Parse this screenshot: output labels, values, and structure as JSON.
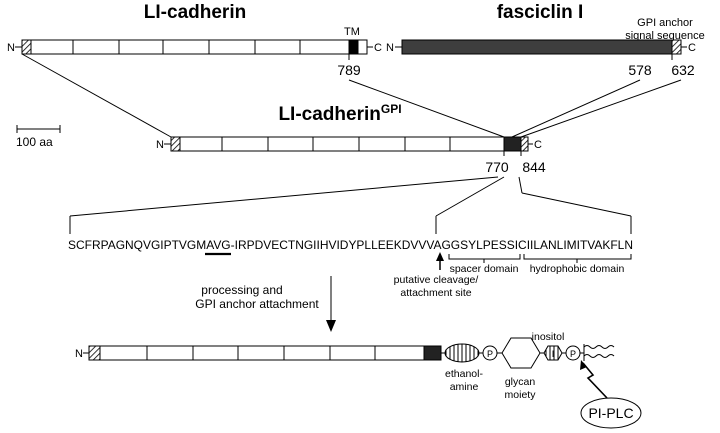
{
  "top_left": {
    "title": "LI-cadherin",
    "n_label": "N",
    "c_label": "C",
    "tm_label": "TM",
    "position_label": "789"
  },
  "top_right": {
    "title": "fasciclin I",
    "n_label": "N",
    "c_label": "C",
    "signal_label_line1": "GPI anchor",
    "signal_label_line2": "signal sequence",
    "position_label_a": "578",
    "position_label_b": "632"
  },
  "scale_bar": {
    "label": "100 aa"
  },
  "chimera": {
    "title_main": "LI-cadherin",
    "title_sup": "GPI",
    "n_label": "N",
    "c_label": "C",
    "position_label_a": "770",
    "position_label_b": "844"
  },
  "sequence": {
    "part1": "SCFRPAGNQVGIPTVGM",
    "underlined": "AVG",
    "part2": "-IRPDVECTNGIIHVIDYPLLEEKDVVVA",
    "part3": "GG",
    "part4": "SYLPESSIC",
    "part5": "IILANLIMITVAKFLN",
    "cleavage_label_line1": "putative cleavage/",
    "cleavage_label_line2": "attachment site",
    "spacer_label": "spacer domain",
    "hydrophobic_label": "hydrophobic domain"
  },
  "processing": {
    "label_line1": "processing and",
    "label_line2": "GPI anchor attachment"
  },
  "product": {
    "n_label": "N",
    "p_label_1": "P",
    "p_label_2": "P",
    "i_label": "I",
    "ethanolamine_line1": "ethanol-",
    "ethanolamine_line2": "amine",
    "glycan_line1": "glycan",
    "glycan_line2": "moiety",
    "inositol_label": "inositol",
    "enzyme_label": "PI-PLC"
  }
}
